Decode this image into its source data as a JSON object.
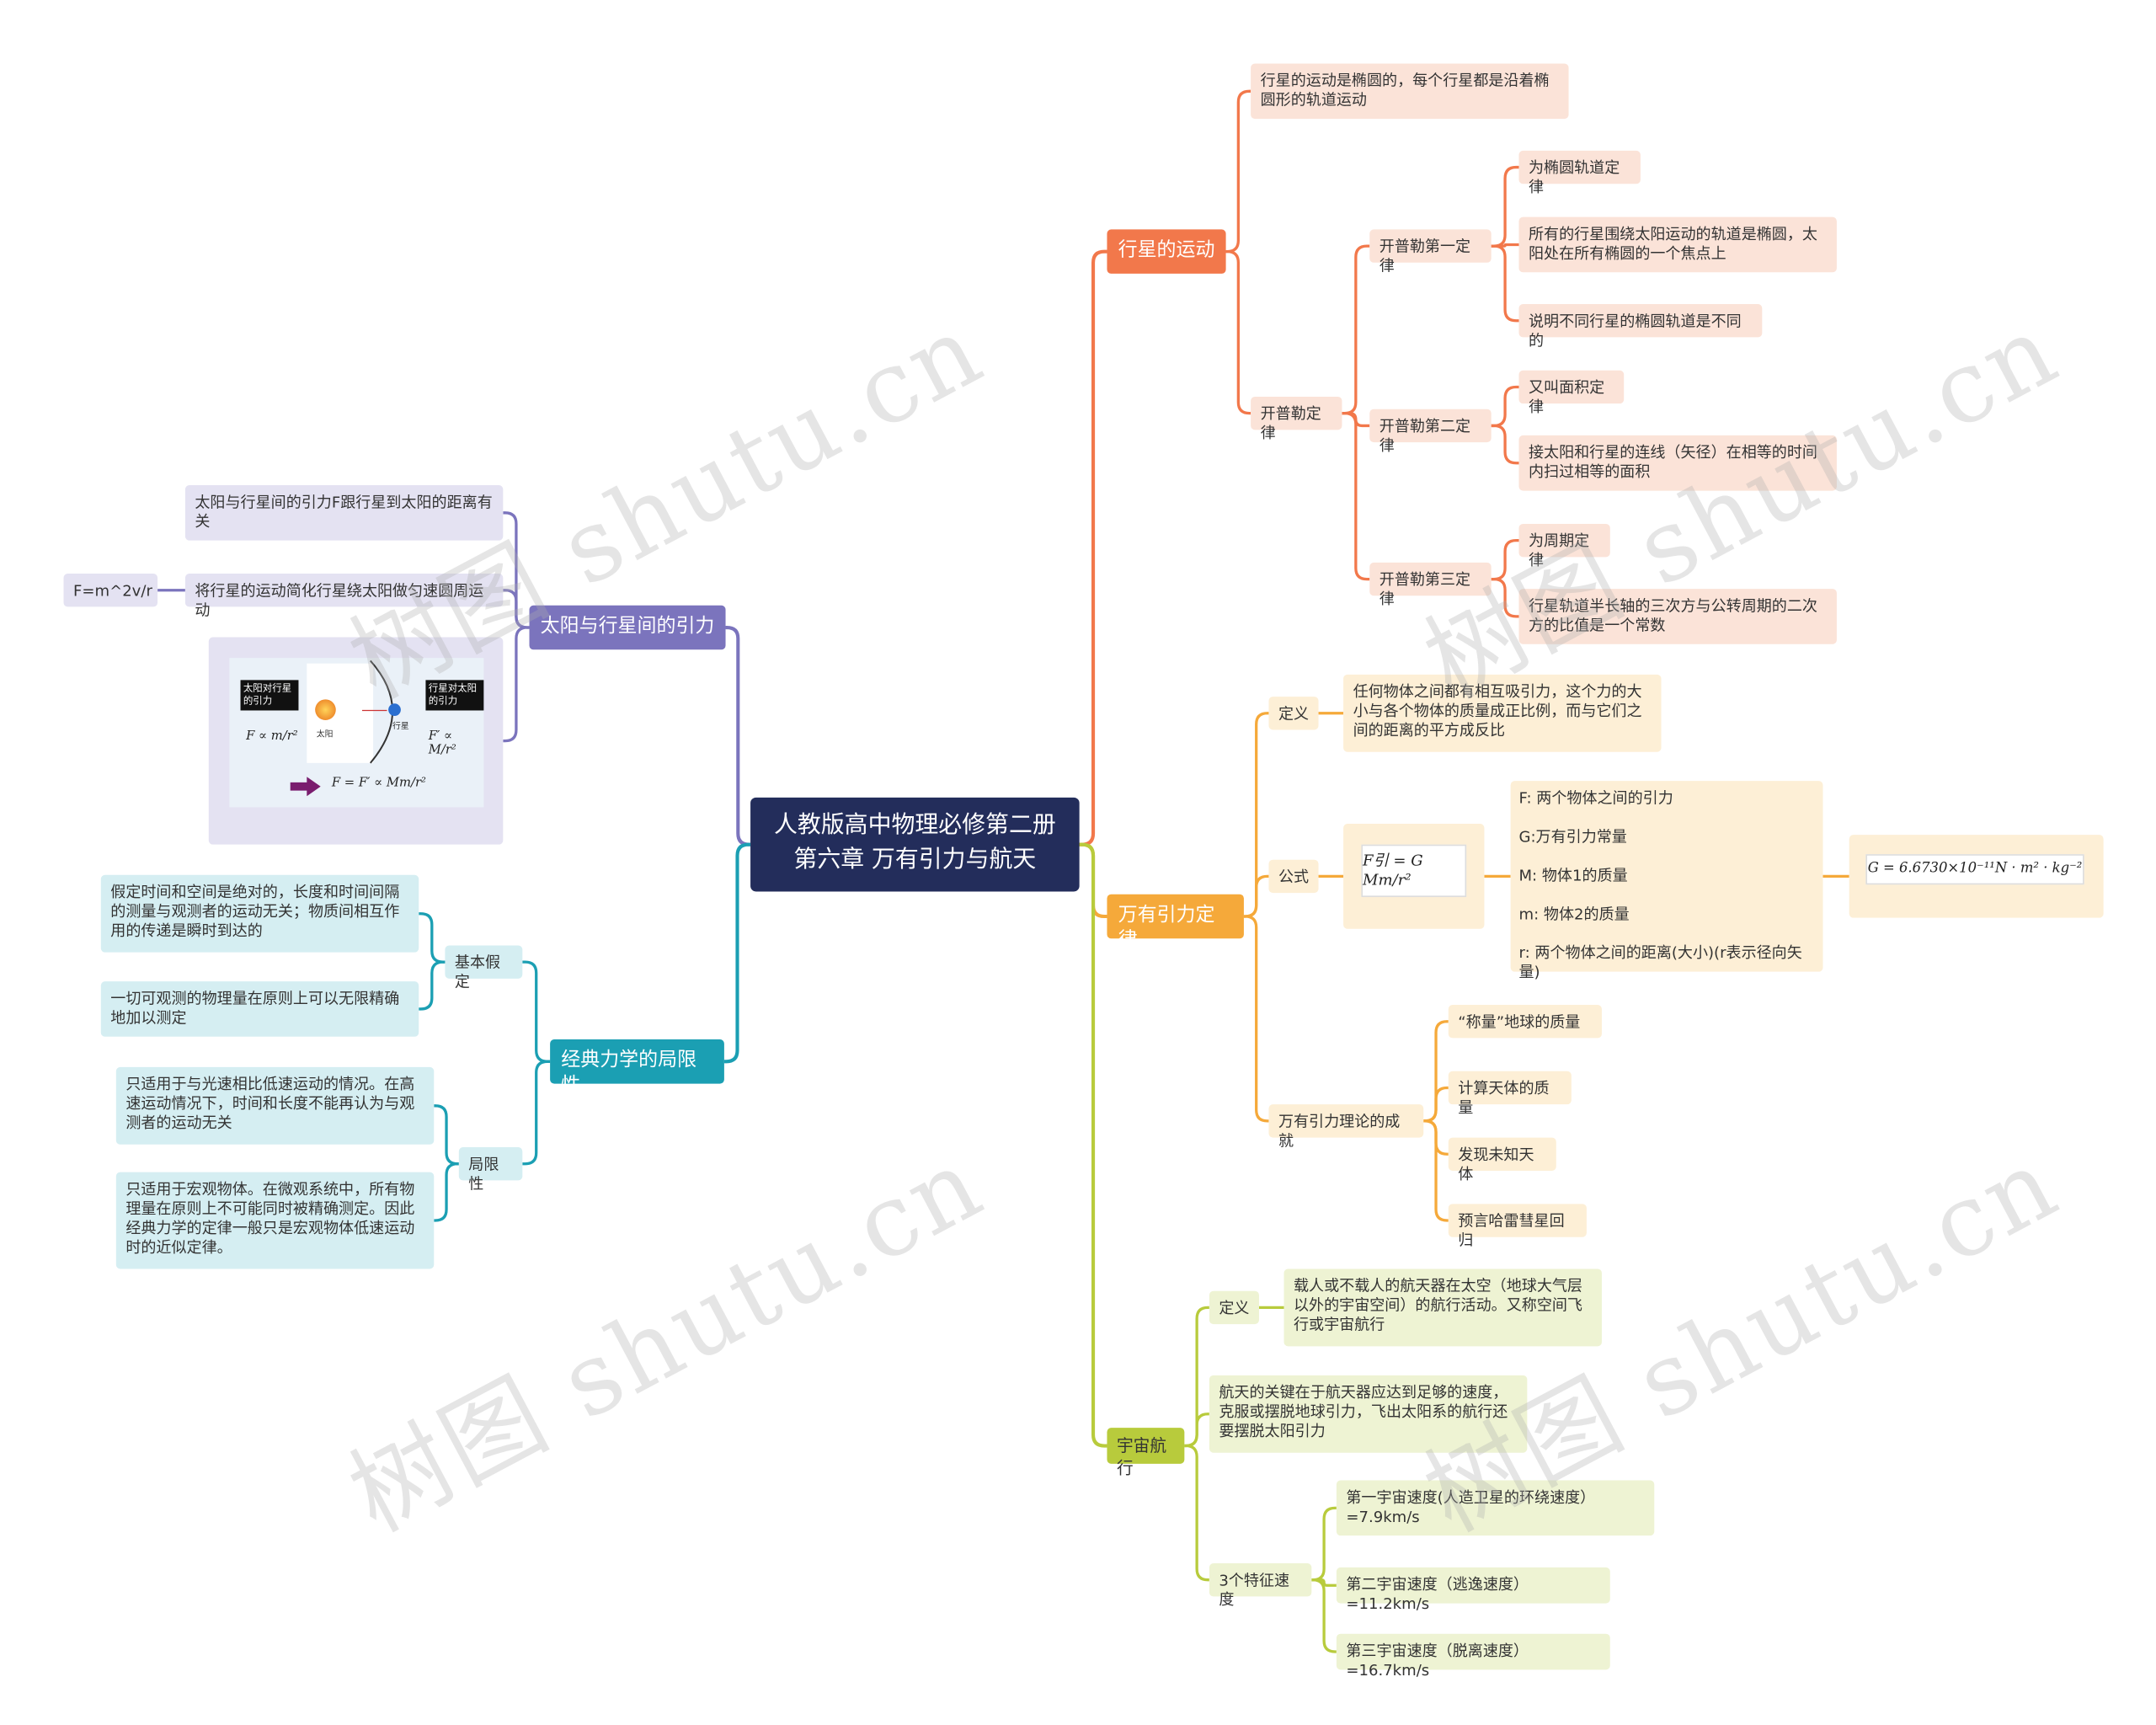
{
  "root": "人教版高中物理必修第二册 第六章 万有引力与航天",
  "watermark": "树图 shutu.cn",
  "colors": {
    "orange": "#f2784b",
    "amber": "#f5a93a",
    "olive": "#b8cb3c",
    "purple": "#7b74bd",
    "teal": "#1b9fb3",
    "root": "#232d5b"
  },
  "planet": {
    "title": "行星的运动",
    "n1": "行星的运动是椭圆的，每个行星都是沿着椭圆形的轨道运动",
    "kepler": "开普勒定律",
    "k1": "开普勒第一定律",
    "k1a": "为椭圆轨道定律",
    "k1b": "所有的行星围绕太阳运动的轨道是椭圆，太阳处在所有椭圆的一个焦点上",
    "k1c": "说明不同行星的椭圆轨道是不同的",
    "k2": "开普勒第二定律",
    "k2a": "又叫面积定律",
    "k2b": "接太阳和行星的连线（矢径）在相等的时间内扫过相等的面积",
    "k3": "开普勒第三定律",
    "k3a": "为周期定律",
    "k3b": "行星轨道半长轴的三次方与公转周期的二次方的比值是一个常数"
  },
  "gravity": {
    "title": "万有引力定律",
    "def": "定义",
    "def_text": "任何物体之间都有相互吸引力，这个力的大小与各个物体的质量成正比例，而与它们之间的距离的平方成反比",
    "formula": "公式",
    "formula_img": "F引 = G Mm/r²",
    "vars": [
      "F: 两个物体之间的引力",
      "G:万有引力常量",
      "M: 物体1的质量",
      "m: 物体2的质量",
      "r: 两个物体之间的距离(大小)(r表示径向矢量)"
    ],
    "g_value": "G = 6.6730×10⁻¹¹N · m² · kg⁻²",
    "ach": "万有引力理论的成就",
    "ach_items": [
      "“称量”地球的质量",
      "计算天体的质量",
      "发现未知天体",
      "预言哈雷彗星回归"
    ]
  },
  "space": {
    "title": "宇宙航行",
    "def": "定义",
    "def_text": "载人或不载人的航天器在太空（地球大气层以外的宇宙空间）的航行活动。又称空间飞行或宇宙航行",
    "key": "航天的关键在于航天器应达到足够的速度，克服或摆脱地球引力，飞出太阳系的航行还要摆脱太阳引力",
    "speeds": "3个特征速度",
    "v1": "第一宇宙速度(人造卫星的环绕速度）=7.9km/s",
    "v2": "第二宇宙速度（逃逸速度）=11.2km/s",
    "v3": "第三宇宙速度（脱离速度）=16.7km/s"
  },
  "sun": {
    "title": "太阳与行星间的引力",
    "n1": "太阳与行星间的引力F跟行星到太阳的距离有关",
    "n2": "将行星的运动简化行星绕太阳做匀速圆周运动",
    "n2_leaf": "F=m^2v/r",
    "fig": {
      "left_label": "太阳对行星的引力",
      "right_label": "行星对太阳的引力",
      "sun": "太阳",
      "planet": "行星",
      "eq_left": "F ∝ m/r²",
      "eq_right": "F′ ∝ M/r²",
      "eq_bottom": "F = F′ ∝ Mm/r²"
    }
  },
  "classic": {
    "title": "经典力学的局限性",
    "basic": "基本假定",
    "b1": "假定时间和空间是绝对的，长度和时间间隔的测量与观测者的运动无关；物质间相互作用的传递是瞬时到达的",
    "b2": "一切可观测的物理量在原则上可以无限精确地加以测定",
    "limit": "局限性",
    "l1": "只适用于与光速相比低速运动的情况。在高速运动情况下，时间和长度不能再认为与观测者的运动无关",
    "l2": "只适用于宏观物体。在微观系统中，所有物理量在原则上不可能同时被精确测定。因此经典力学的定律一般只是宏观物体低速运动时的近似定律。"
  }
}
